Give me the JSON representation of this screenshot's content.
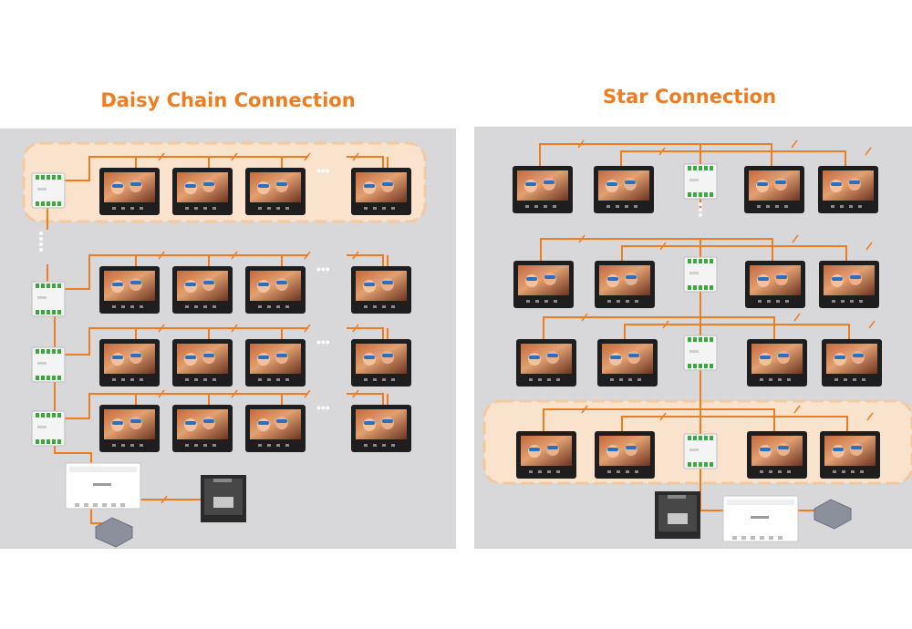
{
  "left_panel": {
    "title": "Daisy Chain Connection",
    "highlight_color": "#f9e3cc",
    "rows": 4,
    "monitors_per_row": 4,
    "ellipsis": "•••"
  },
  "right_panel": {
    "title": "Star Connection",
    "highlight_color": "#f9e3cc",
    "rows": 4,
    "monitors_per_row": 4
  },
  "colors": {
    "accent": "#f07c20",
    "panel_bg": "#d8d8da",
    "monitor_frame": "#1e1e1e",
    "distributor": "#f4f4f4",
    "terminal": "#3aa83a"
  }
}
